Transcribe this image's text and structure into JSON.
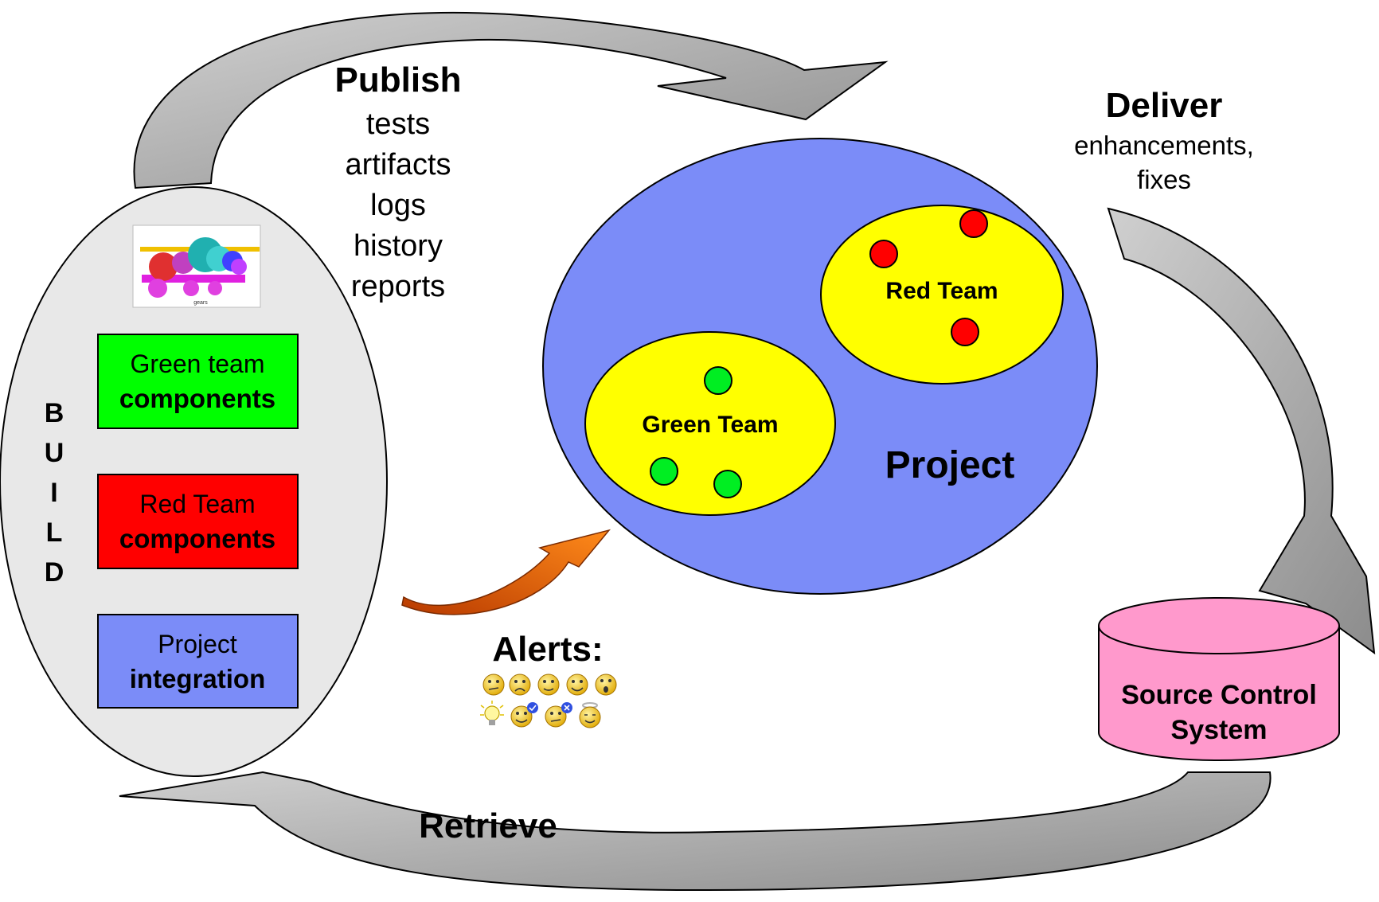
{
  "publish": {
    "title": "Publish",
    "items": [
      "tests",
      "artifacts",
      "logs",
      "history",
      "reports"
    ]
  },
  "deliver": {
    "title": "Deliver",
    "line1": "enhancements,",
    "line2": "fixes"
  },
  "retrieve": {
    "title": "Retrieve"
  },
  "alerts": {
    "title": "Alerts:",
    "icons": [
      "puzzled-face-icon",
      "sad-face-icon",
      "neutral-face-icon",
      "happy-face-icon",
      "shocked-face-icon",
      "lightbulb-icon",
      "face-check-icon",
      "face-cross-icon",
      "angel-face-icon"
    ]
  },
  "build": {
    "letters": [
      "B",
      "U",
      "I",
      "L",
      "D"
    ],
    "image_caption": "gears",
    "boxes": [
      {
        "line1": "Green team",
        "line2": "components",
        "color": "#00ff00"
      },
      {
        "line1": "Red Team",
        "line2": "components",
        "color": "#ff0000"
      },
      {
        "line1": "Project",
        "line2": "integration",
        "color": "#7b8cf8"
      }
    ]
  },
  "project": {
    "title": "Project",
    "color": "#7b8cf8",
    "green_team": {
      "label": "Green Team",
      "member_color": "#00ee22"
    },
    "red_team": {
      "label": "Red Team",
      "member_color": "#ff0000"
    },
    "team_fill": "#ffff00"
  },
  "source_control": {
    "line1": "Source Control",
    "line2": "System",
    "color": "#ff99cc"
  },
  "colors": {
    "arrow_gray": "#b4b4b4",
    "alert_arrow": "#e85a0c",
    "build_fill": "#e8e8e8"
  }
}
